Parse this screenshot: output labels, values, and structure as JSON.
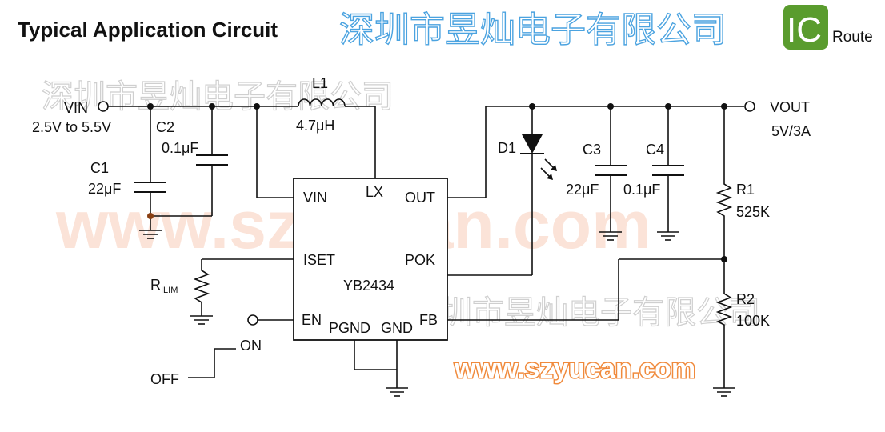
{
  "title": "Typical Application Circuit",
  "watermarks": {
    "company_cn": "深圳市昱灿电子有限公司",
    "url": "www.szyucan.com"
  },
  "logo": {
    "ic": "IC",
    "route": "Route",
    "color": "#5a9c2e"
  },
  "ic": {
    "name": "YB2434",
    "pins": {
      "vin": "VIN",
      "lx": "LX",
      "out": "OUT",
      "iset": "ISET",
      "pok": "POK",
      "en": "EN",
      "pgnd": "PGND",
      "gnd": "GND",
      "fb": "FB"
    }
  },
  "input": {
    "label": "VIN",
    "range": "2.5V to 5.5V"
  },
  "output": {
    "label": "VOUT",
    "rating": "5V/3A"
  },
  "components": {
    "L1": {
      "ref": "L1",
      "value": "4.7μH"
    },
    "C1": {
      "ref": "C1",
      "value": "22μF"
    },
    "C2": {
      "ref": "C2",
      "value": "0.1μF"
    },
    "C3": {
      "ref": "C3",
      "value": "22μF"
    },
    "C4": {
      "ref": "C4",
      "value": "0.1μF"
    },
    "D1": {
      "ref": "D1"
    },
    "R1": {
      "ref": "R1",
      "value": "525K"
    },
    "R2": {
      "ref": "R2",
      "value": "100K"
    },
    "RILIM": {
      "ref": "R",
      "sub": "ILIM"
    }
  },
  "switch": {
    "on": "ON",
    "off": "OFF"
  }
}
